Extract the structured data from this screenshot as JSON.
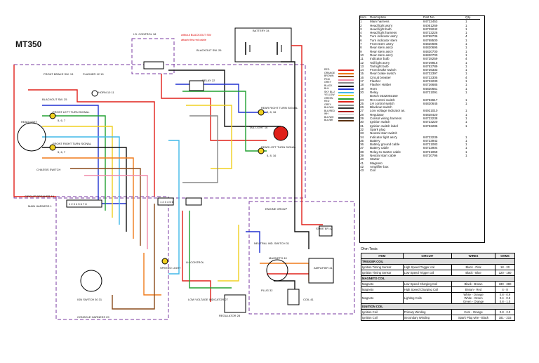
{
  "title": "MT350",
  "labels": {
    "id_control_upper": "I.D. CONTROL 18",
    "warning_line1": "without BLACKOUT SW",
    "warning_line2": "attach this red cable",
    "battery": "BATTERY 34",
    "blackout_sw": "BLACKOUT SW. 26",
    "front_brake": "FRONT BRAKE SW. 13",
    "flasher": "FLASHER 12 15",
    "blackout_sw2": "BLACKOUT SW. 25",
    "horn": "HORN 10 11",
    "relay": "RELAY 22",
    "headlight": "HEADLIGHT",
    "front_left_turn": "FRONT LEFT TURN SIGNAL",
    "front_left_turn2": "FRONT LEFT TURN SIGNAL",
    "front_right_turn": "FRONT RIGHT TURN SIGNAL",
    "tail_light": "TAIL LIGHT 16",
    "rear_right_turn": "REAR RIGHT TURN SIGNAL",
    "rear_left_turn": "REAR LEFT TURN SIGNAL",
    "chassis_sw": "CHASSIS SWITCH",
    "circuit_breaker": "CIRCUIT BREAKER 16",
    "main_harness": "MAIN HARNESS 1",
    "engine_group": "ENGINE GROUP",
    "starter": "STARTER 42",
    "neutral": "NEUTRAL IND. SWITCH 31",
    "magneto": "MAGNETO 40",
    "amplifier": "AMPLIFIER 41",
    "plug": "PLUG 32",
    "coil": "COIL 41",
    "ignition_sw": "IGN SWITCH 30 31",
    "console_harness": "CONSOLE HARNESS 29",
    "speedo": "SPEEDO LIGHT",
    "low_voltage": "LOW VOLTAGE INDICATOR 27",
    "regulator": "REGULATOR 28",
    "lh_control": "LH CONTROL",
    "sw_numbers_a": "1 2 3 4 5 6",
    "sw_numbers_b": "1 2 3 4 5 6 7 8",
    "turn_nums_a": "5, 6, 7",
    "turn_nums_b": "5, 6, 7",
    "turn_nums_c": "5, 8, 16",
    "turn_nums_d": "5, 8, 16"
  },
  "legend": [
    {
      "name": "RED",
      "color": "#e0201a"
    },
    {
      "name": "ORANGE",
      "color": "#f07a1a"
    },
    {
      "name": "BROWN",
      "color": "#8a4a1a"
    },
    {
      "name": "PINK",
      "color": "#f08aa8"
    },
    {
      "name": "GREY",
      "color": "#888888"
    },
    {
      "name": "BLACK",
      "color": "#111111"
    },
    {
      "name": "BLU",
      "color": "#2030d0"
    },
    {
      "name": "SKY BLU",
      "color": "#40b8e8"
    },
    {
      "name": "YELLOW",
      "color": "#f0d020"
    },
    {
      "name": "GREEN",
      "color": "#20a030"
    },
    {
      "name": "RED",
      "color": "#e0201a"
    },
    {
      "name": "GREY",
      "color": "#888888"
    },
    {
      "name": "BLK/WH",
      "color": "#333333"
    },
    {
      "name": "BLK/RED",
      "color": "#aa1010"
    },
    {
      "name": "WH",
      "color": "#dddddd"
    },
    {
      "name": "BLK/WH",
      "color": "#444444"
    },
    {
      "name": "BLK/BR",
      "color": "#5a3010"
    }
  ],
  "parts_table": {
    "headers": [
      "Item",
      "Description",
      "Part No.",
      "Qty."
    ],
    "rows": [
      [
        "1",
        "Main harness",
        "84722453",
        "1"
      ],
      [
        "2",
        "Head light ass'y",
        "84051269",
        "1"
      ],
      [
        "3",
        "Head light bulb",
        "84729242",
        "1"
      ],
      [
        "4",
        "Head light harness",
        "84723226",
        "1"
      ],
      [
        "5",
        "Turn indicator ass'y",
        "84768736",
        "4"
      ],
      [
        "6",
        "Turn indicator stem",
        "84768500",
        "1"
      ],
      [
        "7",
        "Front stem ass'y",
        "84820695",
        "1"
      ],
      [
        "8",
        "Rear stem ass'y",
        "84820695",
        "1"
      ],
      [
        "9",
        "Rear stem ass'y",
        "84820700",
        "1"
      ],
      [
        "10",
        "Rear stem ass'y",
        "84820700",
        "1"
      ],
      [
        "11",
        "Indicator bulb",
        "84728259",
        "4"
      ],
      [
        "12",
        "Tail light ass'y",
        "84729916",
        "1"
      ],
      [
        "13",
        "Tail light bulb",
        "84752789",
        "1"
      ],
      [
        "14",
        "Front brake switch",
        "84726333",
        "1"
      ],
      [
        "15",
        "Rear brake switch",
        "84732397",
        "1"
      ],
      [
        "16",
        "Circuit breaker",
        "84722305",
        "4"
      ],
      [
        "17",
        "Flasher",
        "84722230",
        "1"
      ],
      [
        "18",
        "Flasher Holder",
        "84726685",
        "1"
      ],
      [
        "19",
        "Horn",
        "84820661",
        "1"
      ],
      [
        "20",
        "Relay",
        "84721091",
        "1"
      ],
      [
        "",
        "Bosch 0332002150",
        "",
        ""
      ],
      [
        "24",
        "RH control switch",
        "84752617",
        "1"
      ],
      [
        "25",
        "LH control switch",
        "84820645",
        "1"
      ],
      [
        "26",
        "Blackout switch",
        "",
        ""
      ],
      [
        "27",
        "Low voltage indicator as.",
        "84921010",
        "1"
      ],
      [
        "28",
        "Regulator",
        "84828420",
        "1"
      ],
      [
        "29",
        "Consol wiring harness",
        "84723238",
        "1"
      ],
      [
        "30",
        "Ignition switch",
        "84723220",
        "1"
      ],
      [
        "31",
        "Ignition switch label",
        "84762285",
        "1"
      ],
      [
        "32",
        "Spark plug",
        "",
        ""
      ],
      [
        "33",
        "Neutral start switch",
        "",
        ""
      ],
      [
        "34",
        "Indicator light ass'y",
        "84723239",
        "1"
      ],
      [
        "35",
        "Battery",
        "84723942",
        "1"
      ],
      [
        "36",
        "Battery ground cable",
        "84721083",
        "1"
      ],
      [
        "37",
        "Battery cable",
        "84722904",
        "1"
      ],
      [
        "38",
        "Relay-to-starter cable",
        "84721059",
        "1"
      ],
      [
        "39",
        "Neutral start cable",
        "84720796",
        "1"
      ],
      [
        "40",
        "Starter",
        "",
        ""
      ],
      [
        "41",
        "Magneto",
        "",
        ""
      ],
      [
        "42",
        "Amplifier box",
        "",
        ""
      ],
      [
        "43",
        "Coil",
        "",
        ""
      ]
    ]
  },
  "ohm_tests": {
    "title": "Ohm Tests",
    "headers": [
      "ITEM",
      "CIRCUIT",
      "WIRES",
      "OHMS"
    ],
    "sections": [
      {
        "name": "TRIGGER COIL",
        "rows": [
          [
            "Ignition Timing Sensor",
            "High Speed Trigger coil",
            "Black - Pink",
            "18 - 20"
          ],
          [
            "Ignition Timing Sensor",
            "Low Speed Trigger coil",
            "Black - Blue",
            "120 - 180"
          ]
        ]
      },
      {
        "name": "MAGNETO COIL",
        "rows": [
          [
            "Magneto",
            "Low Speed Charging Coil",
            "Black - Brown",
            "330 - 380"
          ],
          [
            "Magneto",
            "High Speed Charging Coil",
            "Brown - Red",
            "4 - 8"
          ],
          [
            "Magneto",
            "Lighting Coils",
            "White - Orange\nWhite - Green\nGreen - Orange",
            "0.8 - 0.9\n0.4 - 0.5\n0.8 - 1.0"
          ]
        ]
      },
      {
        "name": "IGNITION COIL",
        "rows": [
          [
            "Ignition Coil",
            "Primary Winding",
            "Com - Orange",
            "0.8 - 2.0"
          ],
          [
            "Ignition Coil",
            "Secondary Winding",
            "Spark Plug wire - Black",
            "181 - 215"
          ]
        ]
      }
    ]
  }
}
